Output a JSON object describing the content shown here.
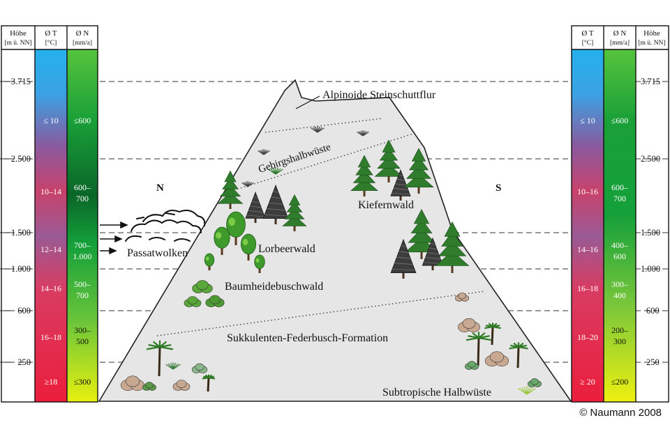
{
  "left_table": {
    "headers": [
      {
        "line1": "Höhe",
        "line2": "[m ü. NN]"
      },
      {
        "line1": "Ø T",
        "line2": "[°C]"
      },
      {
        "line1": "Ø N",
        "line2": "[mm/a]"
      }
    ],
    "altitudes": [
      "3.715",
      "2.500",
      "1.500",
      "1.000",
      "600",
      "250"
    ],
    "temperatures": [
      "≤ 10",
      "10–14",
      "12–14",
      "14–16",
      "16–18",
      "≥18"
    ],
    "precipitation": [
      {
        "line1": "≤600",
        "line2": ""
      },
      {
        "line1": "600–",
        "line2": "700"
      },
      {
        "line1": "700–",
        "line2": "1.000"
      },
      {
        "line1": "500–",
        "line2": "700"
      },
      {
        "line1": "300–",
        "line2": "500"
      },
      {
        "line1": "≤300",
        "line2": ""
      }
    ]
  },
  "right_table": {
    "headers": [
      {
        "line1": "Ø T",
        "line2": "[°C]"
      },
      {
        "line1": "Ø N",
        "line2": "[mm/a]"
      },
      {
        "line1": "Höhe",
        "line2": "[m ü. NN]"
      }
    ],
    "altitudes": [
      "3.715",
      "2.500",
      "1.500",
      "1.000",
      "600",
      "250"
    ],
    "temperatures": [
      "≤ 10",
      "10–16",
      "14–16",
      "16–18",
      "18–20",
      "≥ 20"
    ],
    "precipitation": [
      {
        "line1": "≤600",
        "line2": ""
      },
      {
        "line1": "600–",
        "line2": "700"
      },
      {
        "line1": "400–",
        "line2": "600"
      },
      {
        "line1": "300–",
        "line2": "400"
      },
      {
        "line1": "200–",
        "line2": "300"
      },
      {
        "line1": "≤200",
        "line2": ""
      }
    ]
  },
  "labels": {
    "north": "N",
    "south": "S",
    "zone_alpine": "Alpinoide Steinschuttflur",
    "zone_gebirgshalbwueste": "Gebirgshalbwüste",
    "zone_kiefernwald": "Kiefernwald",
    "zone_lorbeerwald": "Lorbeerwald",
    "passatwolken": "Passatwolken",
    "zone_baumheide": "Baumheidebuschwald",
    "zone_sukkulenten": "Sukkulenten-Federbusch-Formation",
    "zone_halbwueste": "Subtropische Halbwüste"
  },
  "copyright": "© Naumann 2008",
  "colors": {
    "temp_gradient": [
      "#1ab8f0",
      "#4a8ed6",
      "#b04a86",
      "#c8426c",
      "#9a5892",
      "#e0385c",
      "#e8203e"
    ],
    "precip_gradient": [
      "#6ad03e",
      "#1aa038",
      "#0d6a2a",
      "#12a03a",
      "#58c03a",
      "#b8e020",
      "#e6f010"
    ],
    "mountain_fill": "#e6e6e6",
    "conifer": "#2f7d2c",
    "pine": "#3c3c3c",
    "shrub": "#c8a890"
  }
}
